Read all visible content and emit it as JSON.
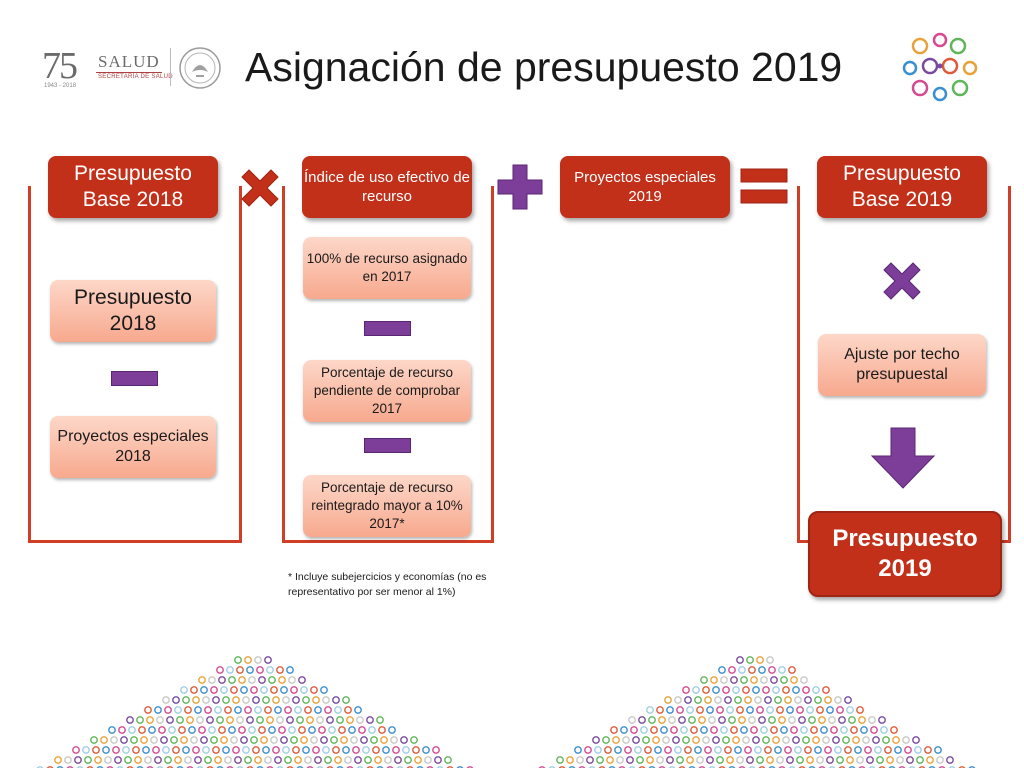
{
  "header": {
    "anniversary_number": "75",
    "anniversary_years": "1943 - 2018",
    "ministry_name": "SALUD",
    "ministry_subtitle": "SECRETARÍA DE SALUD",
    "title": "Asignación de presupuesto 2019"
  },
  "diagram": {
    "col1": {
      "header": "Presupuesto Base 2018",
      "item_top": "Presupuesto 2018",
      "item_bottom": "Proyectos especiales 2018"
    },
    "col2": {
      "header": "Índice de uso efectivo de recurso",
      "item_1": "100% de recurso asignado en 2017",
      "item_2": "Porcentaje de recurso pendiente de comprobar 2017",
      "item_3": "Porcentaje de recurso reintegrado mayor a 10% 2017*"
    },
    "col3": {
      "header": "Proyectos especiales 2019"
    },
    "col4": {
      "header": "Presupuesto Base 2019",
      "item": "Ajuste por techo presupuestal",
      "result": "Presupuesto 2019"
    },
    "footnote": "* Incluye subejercicios y economías (no es representativo por ser menor al 1%)"
  },
  "colors": {
    "header_red": "#c3301a",
    "frame_red": "#cf3e25",
    "pill_light": "#fdd7c8",
    "operator_purple": "#7d3e9a"
  },
  "icons": [
    "multiply-icon",
    "plus-icon",
    "equals-icon",
    "minus-icon",
    "down-arrow-icon",
    "rings-logo-icon",
    "seal-icon"
  ]
}
